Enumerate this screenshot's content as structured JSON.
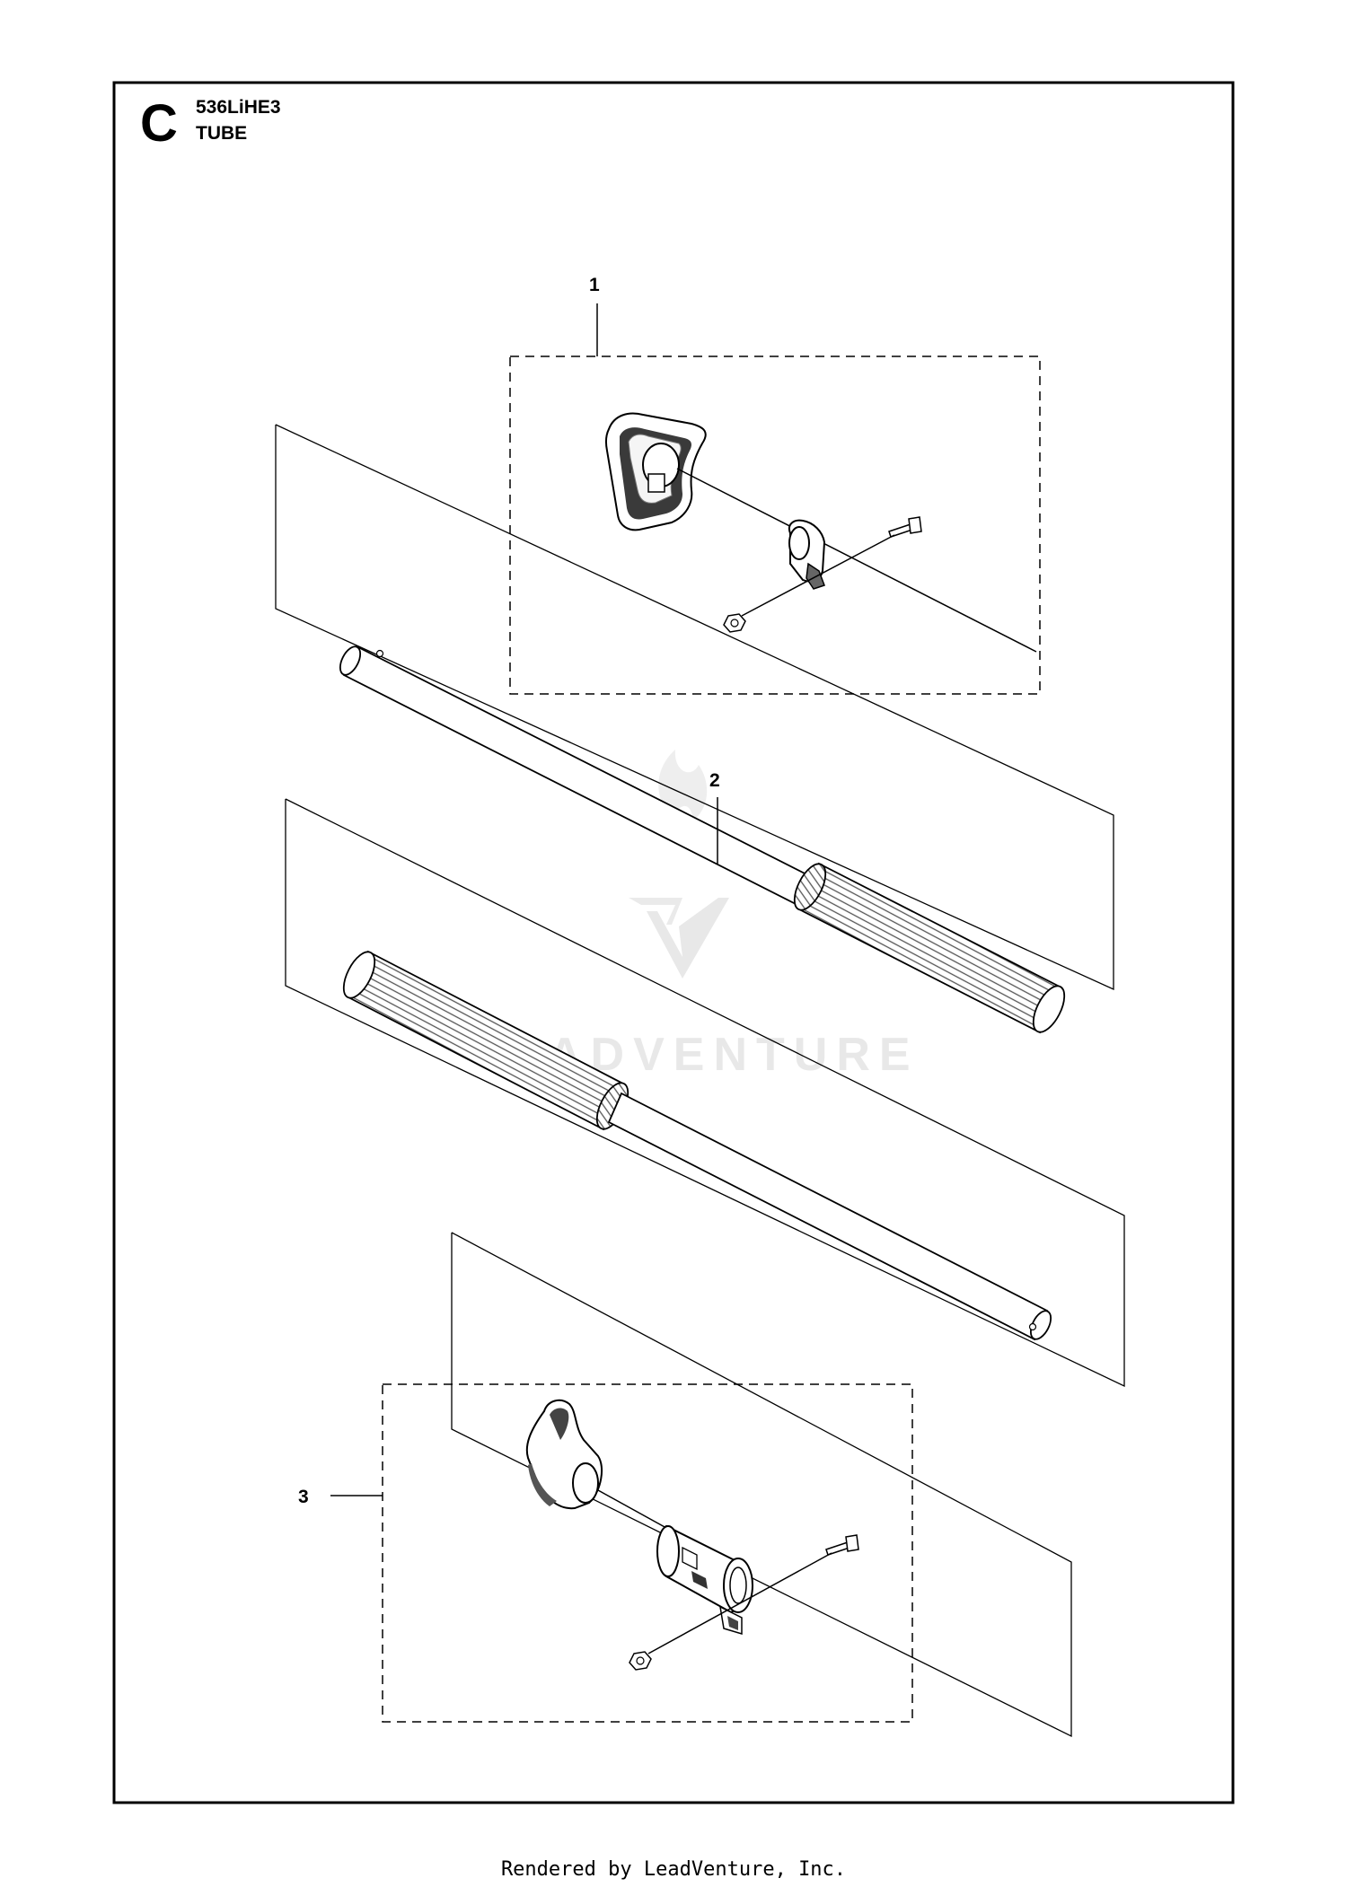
{
  "header": {
    "section_letter": "C",
    "model": "536LiHE3",
    "section_name": "TUBE"
  },
  "callouts": [
    "1",
    "2",
    "3"
  ],
  "watermark": {
    "text": "ADVENTURE",
    "icon": "leadventure-logo-icon"
  },
  "footer": {
    "text": "Rendered by LeadVenture, Inc."
  }
}
